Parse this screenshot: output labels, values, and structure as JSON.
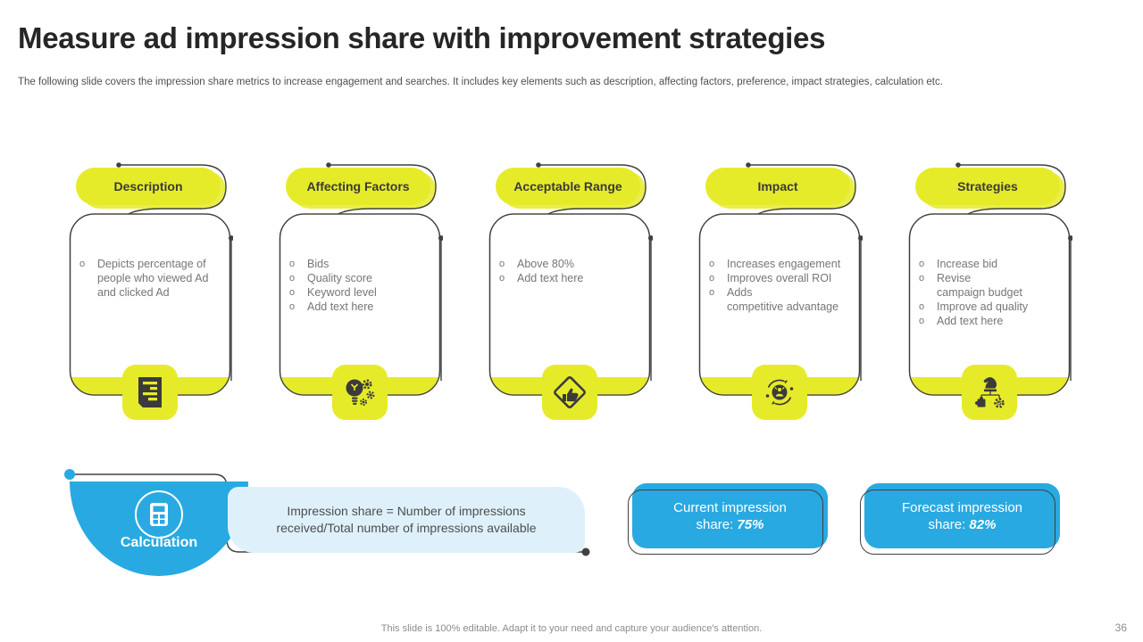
{
  "slide": {
    "title": "Measure ad impression share with improvement strategies",
    "subtitle": "The following slide covers the impression share metrics to increase engagement and searches. It includes key elements such as description, affecting factors, preference, impact strategies, calculation etc.",
    "footer": "This slide is 100% editable. Adapt it to your need and capture your audience's attention.",
    "page_number": "36"
  },
  "ui": {
    "bullet_char": "o"
  },
  "colors": {
    "yellow": "#e6eb29",
    "blue": "#29a9e1",
    "light_blue": "#def1fb",
    "dark": "#404040",
    "icon_dark": "#3b3b3b",
    "text_gray": "#767676",
    "title": "#262626",
    "footer_gray": "#8c8c8c"
  },
  "columns": [
    {
      "header": "Description",
      "icon": "report-document-icon",
      "bullets": [
        "Depicts percentage of people who viewed Ad and clicked Ad"
      ]
    },
    {
      "header": "Affecting Factors",
      "icon": "bulb-gears-icon",
      "bullets": [
        "Bids",
        "Quality score",
        "Keyword level",
        "Add text here"
      ]
    },
    {
      "header": "Acceptable Range",
      "icon": "diamond-thumbs-up-icon",
      "bullets": [
        "Above 80%",
        "Add text here"
      ]
    },
    {
      "header": "Impact",
      "icon": "growth-cycle-icon",
      "bullets": [
        "Increases engagement",
        "Improves overall ROI",
        "Adds\ncompetitive advantage"
      ]
    },
    {
      "header": "Strategies",
      "icon": "chess-strategy-icon",
      "bullets": [
        "Increase bid",
        "Revise\ncampaign budget",
        "Improve ad quality",
        "Add text here"
      ]
    }
  ],
  "calculation": {
    "label": "Calculation",
    "formula": "Impression share = Number of impressions received/Total number of impressions available"
  },
  "results": [
    {
      "label": "Current impression share:",
      "value": "75%"
    },
    {
      "label": "Forecast impression share:",
      "value": "82%"
    }
  ]
}
